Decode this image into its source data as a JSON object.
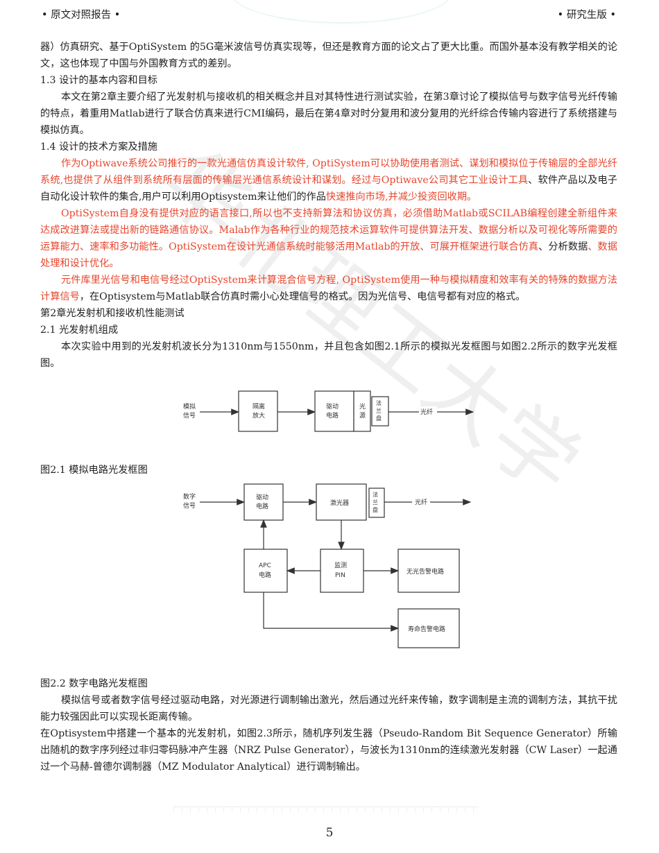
{
  "header": {
    "left": "• 原文对照报告 •",
    "right": "• 研究生版 •"
  },
  "paragraphs": {
    "p0": "器）仿真研究、基于OptiSystem 的5G毫米波信号仿真实现等，但还是教育方面的论文占了更大比重。而国外基本没有教学相关的论文，这也体现了中国与外国教育方式的差别。",
    "s13": "1.3 设计的基本内容和目标",
    "p1": "本文在第2章主要介绍了光发射机与接收机的相关概念并且对其特性进行测试实验，在第3章讨论了模拟信号与数字信号光纤传输的特点，着重用Matlab进行了联合仿真来进行CMI编码，最后在第4章对时分复用和波分复用的光纤综合传输内容进行了系统搭建与模拟仿真。",
    "s14": "1.4 设计的技术方案及措施",
    "p2a": "作为Optiwave系统公司推行的一款光通信仿真设计软件, OptiSystem可以协助使用者测试、谋划和模拟位于传输层的全部光纤系统,也提供了从组件到系统所有层面的传输层光通信系统设计和谋划。经过与Optiwave公司其它工业设计工具",
    "p2b": "、软件产品以及电子自动化设计软件的集合,用户可以利用Optisystem来让他们的作品",
    "p2c": "快速推向市场,并减少投资回收期。",
    "p3a": "OptiSystem自身没有提供对应的语言接口,所以也不支持新算法和协议仿真，必须借助Matlab或SCILAB编程创建全新组件来达成改进算法或提出新的链路通信协议。Malab作为各种行业的规范技术运算软件可提供算法开发、数据分析以及可视化等所需要的运算能力、速率和多功能性。OptiSystem在设计光通信系统时能够活用Matlab的开放、可展开框架进行联合仿真",
    "p3b": "、分析数据",
    "p3c": "、数据处理和设计优化。",
    "p4a": "元件库里光信号和电信号经过OptiSystem来计算混合信号方程, OptiSystem使用一种与模拟精度和效率有关的特殊的数据方法计算信号",
    "p4b": "，在Optisystem与Matlab联合仿真时需小心处理信号的格式。因为光信号、电信号都有对应的格式。",
    "ch2": "第2章光发射机和接收机性能测试",
    "s21": "2.1 光发射机组成",
    "p5": "本次实验中用到的光发射机波长分为1310nm与1550nm，并且包含如图2.1所示的模拟光发框图与如图2.2所示的数字光发框图。",
    "fig21": "图2.1 模拟电路光发框图",
    "fig22": "图2.2 数字电路光发框图",
    "p6": "模拟信号或者数字信号经过驱动电路，对光源进行调制输出激光，然后通过光纤来传输，数字调制是主流的调制方法，其抗干扰能力较强因此可以实现长距离传输。",
    "p7": "在Optisystem中搭建一个基本的光发射机，如图2.3所示，随机序列发生器（Pseudo-Random Bit Sequence Generator）所输出随机的数字序列经过非归零码脉冲产生器（NRZ Pulse Generator），与波长为1310nm的连续激光发射器（CW Laser）一起通过一个马赫-曾德尔调制器（MZ Modulator Analytical）进行调制输出。"
  },
  "diagram1": {
    "input": [
      "模拟",
      "信号"
    ],
    "amp": [
      "隔离",
      "放大"
    ],
    "drive": [
      "驱动",
      "电路"
    ],
    "source": [
      "光",
      "源"
    ],
    "flange": [
      "法",
      "兰",
      "盘"
    ],
    "fiber": "光纤"
  },
  "diagram2": {
    "input": [
      "数字",
      "信号"
    ],
    "drive": [
      "驱动",
      "电路"
    ],
    "laser": "激光器",
    "flange": [
      "法",
      "兰",
      "盘"
    ],
    "fiber": "光纤",
    "apc": [
      "APC",
      "电路"
    ],
    "monitor": [
      "监测",
      "PIN"
    ],
    "nolight": "无光告警电路",
    "life": "寿命告警电路"
  },
  "watermark": "华北理工大学",
  "page_number": "5"
}
